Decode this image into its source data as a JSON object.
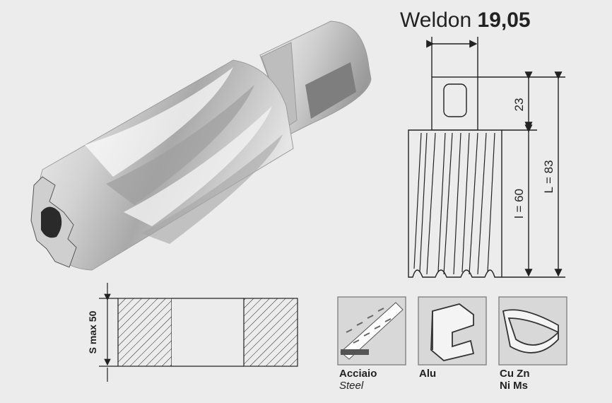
{
  "title": {
    "name": "Weldon",
    "value": "19,05"
  },
  "dimensions": {
    "shank": "23",
    "cut": "l = 60",
    "total": "L = 83",
    "thickness": "S max 50"
  },
  "materials": [
    {
      "name": "Acciaio",
      "sub": "Steel"
    },
    {
      "name": "Alu"
    },
    {
      "name": "Cu Zn",
      "sub": "Ni Ms"
    }
  ],
  "colors": {
    "background": "#ececec",
    "line": "#222222",
    "steel_light": "#e8e8e8",
    "steel_dark": "#8a8a8a"
  }
}
